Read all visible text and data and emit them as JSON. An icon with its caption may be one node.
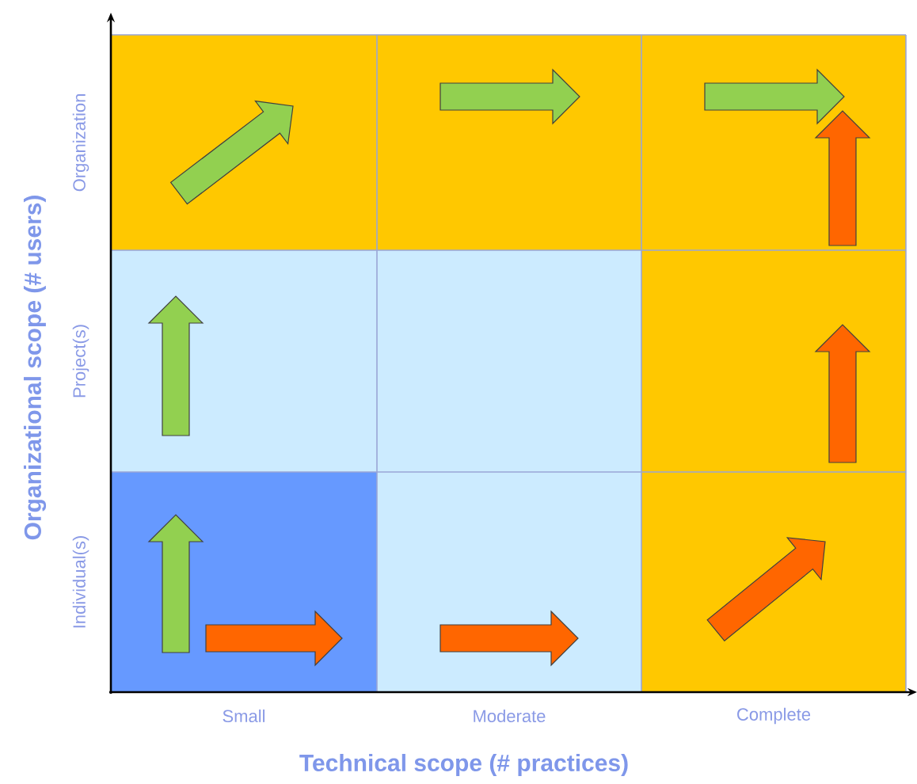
{
  "diagram": {
    "labels": [
      "Organizational scope (# users)",
      "Organization",
      "Project(s)",
      "Individual(s)",
      "Small",
      "Moderate",
      "Complete",
      "Technical scope (# practices)"
    ]
  }
}
